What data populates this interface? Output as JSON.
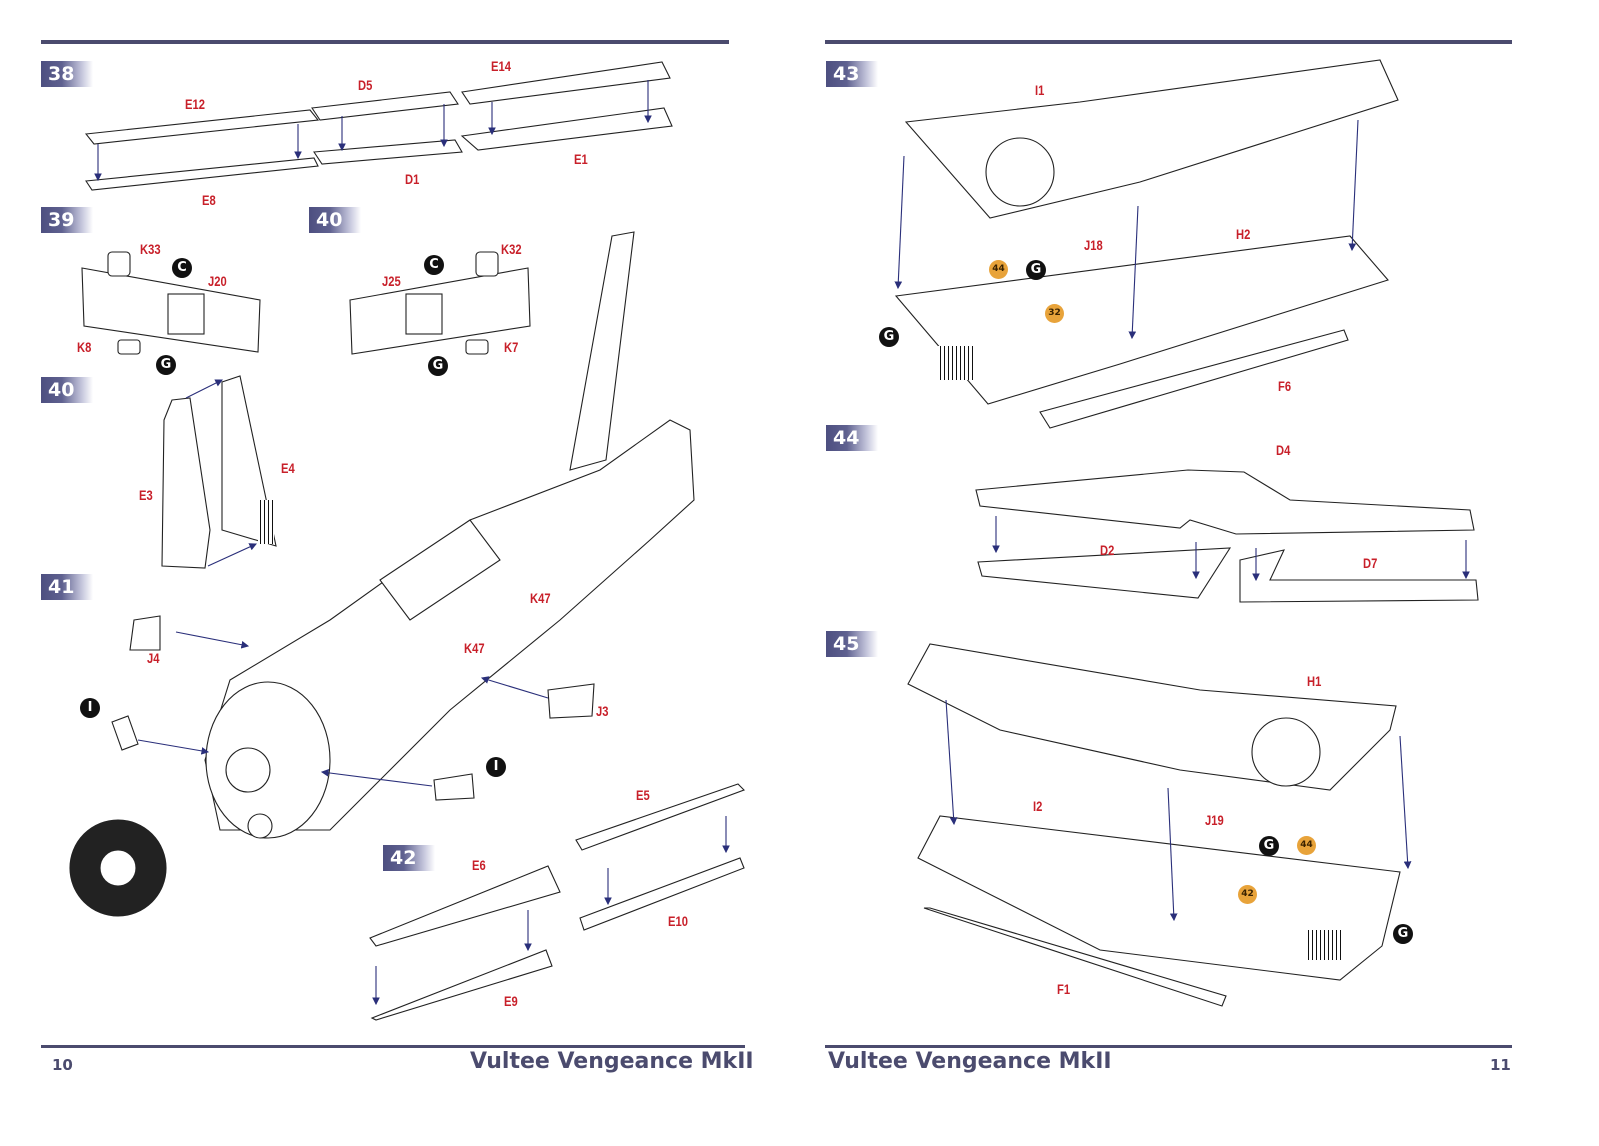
{
  "document": {
    "title": "Vultee Vengeance MkII",
    "left_page": {
      "page_number": "10",
      "title": "Vultee Vengeance MkII"
    },
    "right_page": {
      "page_number": "11",
      "title": "Vultee Vengeance MkII"
    }
  },
  "steps": {
    "s38": "38",
    "s39": "39",
    "s40a": "40",
    "s40b": "40",
    "s41": "41",
    "s42": "42",
    "s43": "43",
    "s44": "44",
    "s45": "45"
  },
  "parts": {
    "E12": "E12",
    "D5": "D5",
    "E14": "E14",
    "E8": "E8",
    "D1": "D1",
    "E1": "E1",
    "K33": "K33",
    "J20": "J20",
    "K8": "K8",
    "K32": "K32",
    "J25": "J25",
    "K7": "K7",
    "E3": "E3",
    "E4": "E4",
    "K47a": "K47",
    "K47b": "K47",
    "J4": "J4",
    "J3": "J3",
    "E5": "E5",
    "E10": "E10",
    "E6": "E6",
    "E9": "E9",
    "I1": "I1",
    "J18": "J18",
    "H2": "H2",
    "F6": "F6",
    "D4": "D4",
    "D2": "D2",
    "D7": "D7",
    "H1": "H1",
    "I2": "I2",
    "J19": "J19",
    "F1": "F1"
  },
  "markers": {
    "C": "C",
    "G": "G",
    "I": "I",
    "ref44": "44",
    "ref32": "32",
    "ref42": "42"
  },
  "colors": {
    "accent": "#4b4b6e",
    "part_label": "#c8202a",
    "arrow": "#2a2f7a",
    "ref_badge": "#e8a33a"
  }
}
